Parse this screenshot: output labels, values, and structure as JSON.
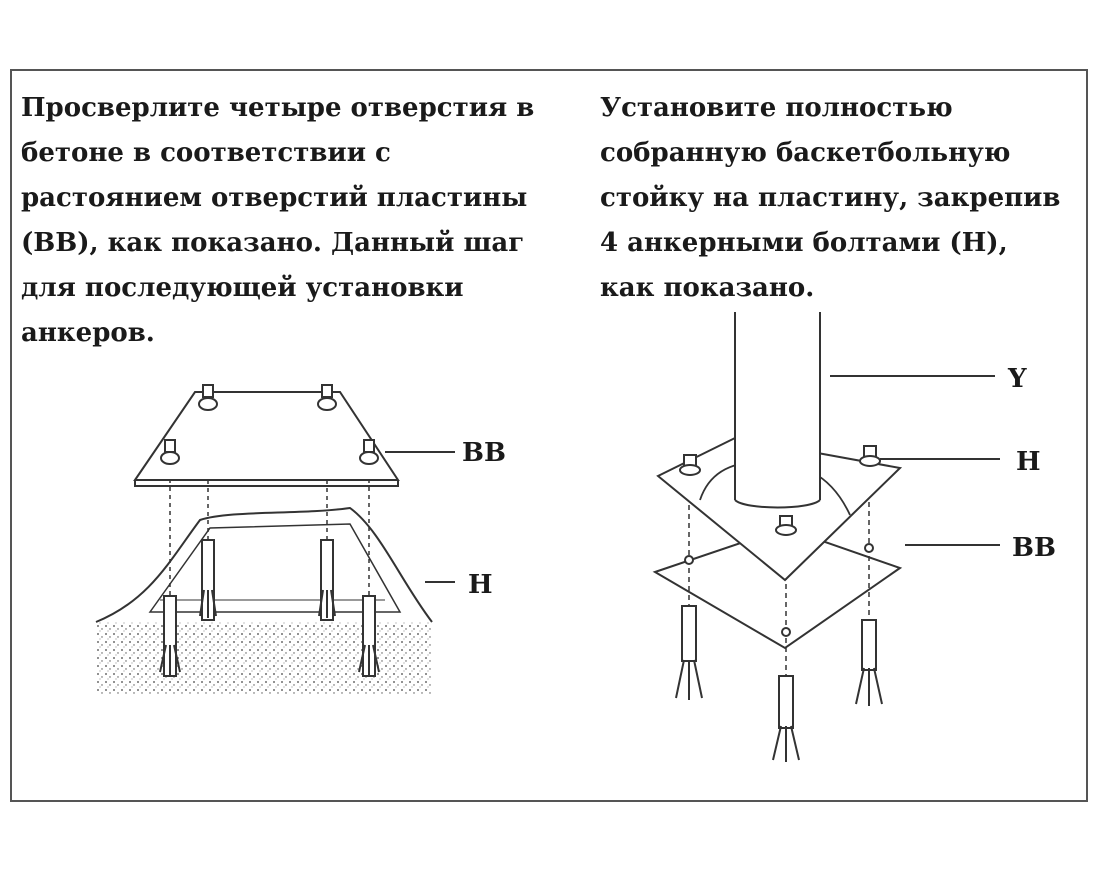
{
  "left_panel": {
    "text": "Просверлите четыре отверстия  в\nбетоне в соответствии с\nрастоянием отверстий пластины\n(BB), как показано. Данный шаг\nдля последующей установки\nанкеров.",
    "labels": {
      "plate": "BB",
      "anchor": "H"
    }
  },
  "right_panel": {
    "text": "Установите полностью\nсобранную баскетбольную\nстойку на пластину, закрепив\n4 анкерными болтами (H),\nкак показано.",
    "labels": {
      "post": "Y",
      "bolt": "H",
      "plate": "BB"
    }
  },
  "colors": {
    "line": "#333333",
    "frame": "#555555",
    "text": "#1a1a1a"
  }
}
